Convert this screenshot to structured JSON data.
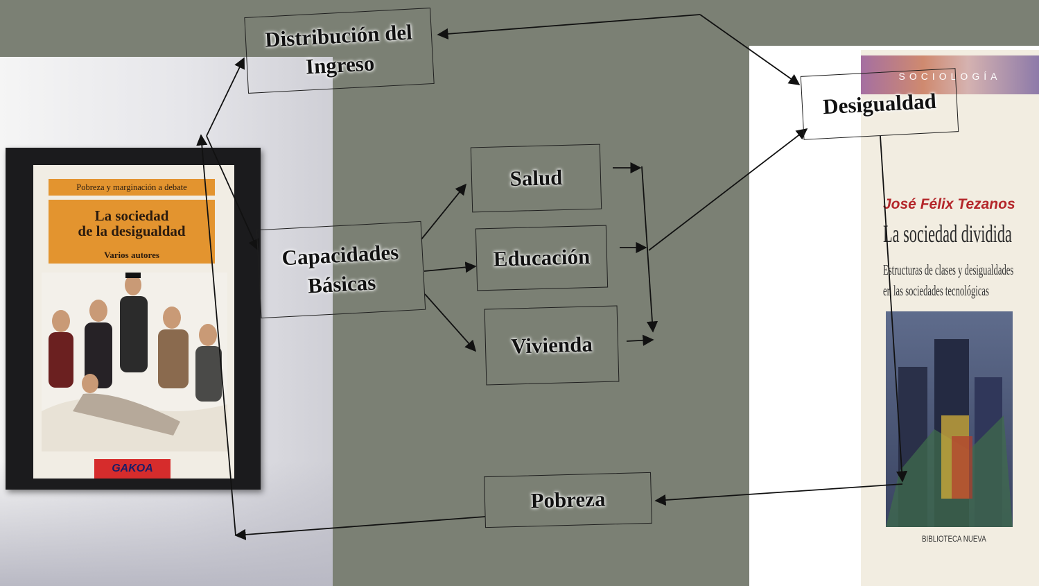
{
  "colors": {
    "background": "#7b8074",
    "arrow": "#111111",
    "book1_orange": "#e3942f",
    "book2_author": "#b4262a"
  },
  "diagram": {
    "nodes": {
      "distribucion": "Distribución del\nIngreso",
      "capacidades": "Capacidades\nBásicas",
      "salud": "Salud",
      "educacion": "Educación",
      "vivienda": "Vivienda",
      "desigualdad": "Desigualdad",
      "pobreza": "Pobreza"
    },
    "edges": [
      {
        "from": "capacidades",
        "to": "salud"
      },
      {
        "from": "capacidades",
        "to": "educacion"
      },
      {
        "from": "capacidades",
        "to": "vivienda"
      },
      {
        "from": "salud/educacion/vivienda",
        "to": "desigualdad"
      },
      {
        "from": "desigualdad",
        "to": "distribucion"
      },
      {
        "from": "distribucion",
        "to": "desigualdad"
      },
      {
        "from": "desigualdad",
        "to": "pobreza"
      },
      {
        "from": "pobreza",
        "to": "distribucion"
      },
      {
        "from": "distribucion",
        "to": "capacidades"
      }
    ]
  },
  "book1": {
    "series": "Pobreza y marginación a debate",
    "title_line1": "La sociedad",
    "title_line2": "de la desigualdad",
    "authors": "Varios autores",
    "publisher": "GAKOA"
  },
  "book2": {
    "series": "SOCIOLOGÍA",
    "author": "José Félix Tezanos",
    "title": "La sociedad dividida",
    "subtitle_line1": "Estructuras de clases y desigualdades",
    "subtitle_line2": "en las sociedades tecnológicas",
    "publisher": "BIBLIOTECA NUEVA"
  }
}
